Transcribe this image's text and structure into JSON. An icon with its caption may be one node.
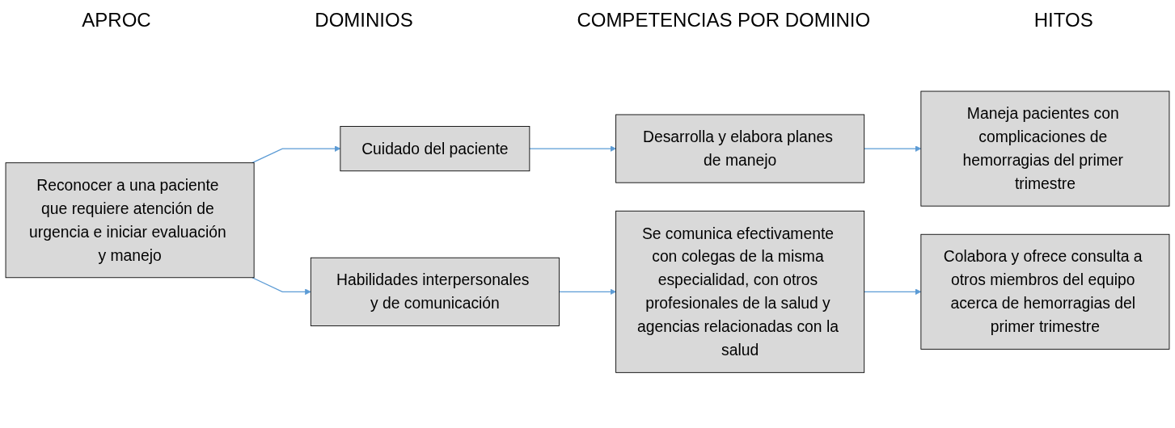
{
  "diagram": {
    "nodes": [
      {
        "text": [
          "Reconocer a una paciente que requiere atención de urgencia e iniciar evaluación y manejo"
        ]
      },
      {
        "text": [
          "Cuidado del paciente"
        ]
      },
      {
        "text": [
          "Habilidades interpersonales y de comunicación"
        ]
      },
      {
        "text": [
          "Desarrolla y elabora planes de manejo"
        ]
      },
      {
        "text": [
          "Se comunica efectivamente con colegas de la misma especialidad, con otros profesionales de la salud y agencias relacionadas con la salud"
        ]
      },
      {
        "text": [
          "Maneja pacientes con complicaciones de hemorragias del primer trimestre"
        ]
      },
      {
        "text": [
          "Colabora y ofrece consulta a otros miembros del equipo acerca de hemorragias del primer trimestre"
        ]
      }
    ],
    "edges": [
      {
        "from": 0,
        "to": 1,
        "arrow": "to"
      },
      {
        "from": 0,
        "to": 2,
        "arrow": "to"
      },
      {
        "from": 1,
        "to": 3,
        "arrow": "to"
      },
      {
        "from": 2,
        "to": 4,
        "arrow": "to"
      },
      {
        "from": 3,
        "to": 5,
        "arrow": "to"
      },
      {
        "from": 4,
        "to": 6,
        "arrow": "to"
      }
    ],
    "labels": [
      "APROC",
      "DOMINIOS",
      "COMPETENCIAS POR DOMINIO",
      "HITOS"
    ]
  }
}
